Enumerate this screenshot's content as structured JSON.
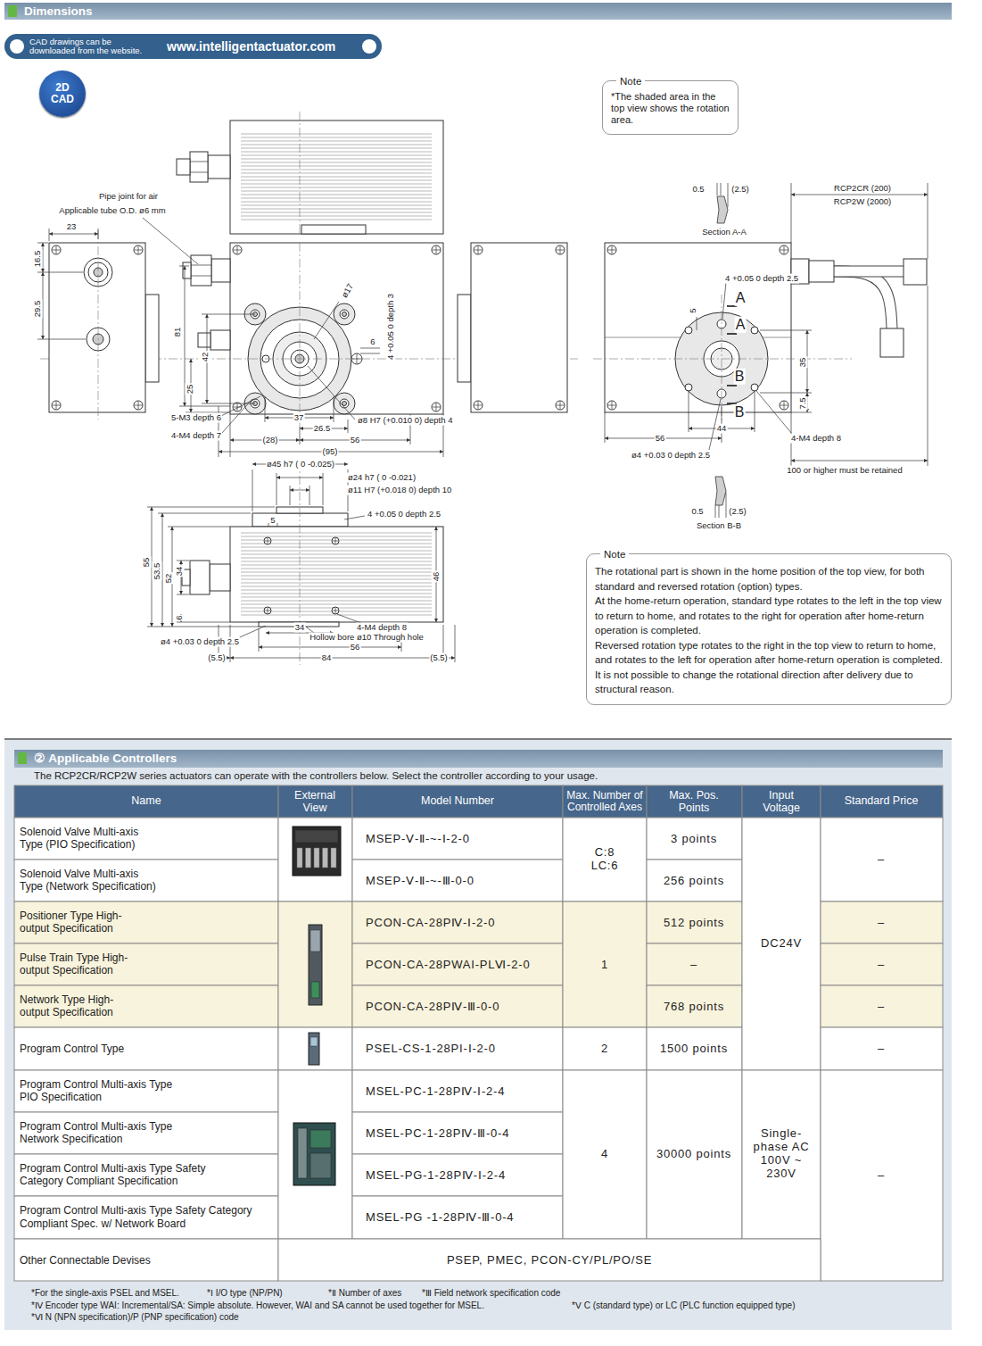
{
  "diagram": {
    "nodes": [
      {
        "text": [
          "Dimensions"
        ]
      },
      {
        "text": [
          "CAD drawings can be downloaded from the website.",
          "www.intelligentactuator.com"
        ]
      },
      {
        "text": [
          "2D CAD"
        ]
      },
      {
        "text": [
          "Note",
          "*The shaded area in the top view shows the rotation area."
        ]
      },
      {
        "text": [
          "Note",
          "The rotational part is shown in the home position of the top view, for both standard and reversed rotation (option) types.",
          "At the home-return operation, standard type rotates to the left in the top view to return to home, and rotates to the right for operation after home-return operation is completed.",
          "Reversed rotation type rotates to the right in the top view to return to home, and rotates to the left for operation after home-return operation is completed.",
          "It is not possible to change the rotational direction after delivery due to structural reason."
        ]
      },
      {
        "text": [
          "② Applicable Controllers"
        ]
      }
    ],
    "labels": [
      "Pipe joint for air",
      "Applicable tube O.D. ø6 mm",
      "23",
      "16.5",
      "29.5",
      "ø17",
      "4 +0.05 0 depth 3",
      "6",
      "81",
      "42",
      "25",
      "5-M3 depth 6",
      "4-M4 depth 7",
      "37",
      "26.5",
      "ø8 H7 (+0.010 0) depth 4",
      "(28)",
      "56",
      "(95)",
      "ø45 h7 ( 0 -0.025)",
      "ø24 h7 ( 0 -0.021)",
      "ø11 H7 (+0.018 0) depth 10",
      "4 +0.05 0 depth 2.5",
      "5",
      "55",
      "53.5",
      "52",
      "34",
      "6",
      "46",
      "4-M4 depth 8",
      "Hollow bore ø10 Through hole",
      "34",
      "56",
      "ø4 +0.03 0 depth 2.5",
      "(5.5)",
      "84",
      "(5.5)",
      "0.5",
      "(2.5)",
      "Section A-A",
      "RCP2CR (200)",
      "RCP2W (2000)",
      "4 +0.05 0 depth 2.5",
      "A",
      "A",
      "5",
      "B",
      "B",
      "35",
      "7.5",
      "56",
      "44",
      "4-M4 depth 8",
      "ø4 +0.03 0 depth 2.5",
      "100 or higher must be retained",
      "0.5",
      "(2.5)",
      "Section B-B",
      "The RCP2CR/RCP2W series actuators can operate with the controllers below. Select the controller according to your usage.",
      "Name",
      "External View",
      "Model Number",
      "Max. Number of Controlled Axes",
      "Max. Pos. Points",
      "Input Voltage",
      "Standard Price",
      "Solenoid Valve Multi-axis Type (PIO Specification)",
      "MSEP-Ⅴ-Ⅱ-~-Ⅰ-2-0",
      "C:8 LC:6",
      "3 points",
      "DC24V",
      "–",
      "Solenoid Valve Multi-axis Type (Network Specification)",
      "MSEP-Ⅴ-Ⅱ-~-Ⅲ-0-0",
      "256 points",
      "Positioner Type High-output Specification",
      "PCON-CA-28PⅣ-Ⅰ-2-0",
      "1",
      "512 points",
      "–",
      "Pulse Train Type High-output Specification",
      "PCON-CA-28PWAI-PLⅥ-2-0",
      "–",
      "–",
      "Network Type High-output Specification",
      "PCON-CA-28PⅣ-Ⅲ-0-0",
      "768 points",
      "–",
      "Program Control Type",
      "PSEL-CS-1-28PI-Ⅰ-2-0",
      "2",
      "1500 points",
      "–",
      "Program Control Multi-axis Type PIO Specification",
      "MSEL-PC-1-28PⅣ-Ⅰ-2-4",
      "4",
      "30000 points",
      "Single-phase AC 100V ~ 230V",
      "–",
      "Program Control Multi-axis Type Network Specification",
      "MSEL-PC-1-28PⅣ-Ⅲ-0-4",
      "Program Control Multi-axis Type Safety Category Compliant Specification",
      "MSEL-PG-1-28PⅣ-Ⅰ-2-4",
      "Program Control Multi-axis Type Safety Category Compliant Spec. w/ Network Board",
      "MSEL-PG -1-28PⅣ-Ⅲ-0-4",
      "Other Connectable Devises",
      "PSEP, PMEC, PCON-CY/PL/PO/SE",
      "*For the single-axis PSEL and MSEL.",
      "*Ⅰ I/O type (NP/PN)",
      "*Ⅱ Number of axes",
      "*Ⅲ Field network specification code",
      "*Ⅳ Encoder type WAI: Incremental/SA: Simple absolute. However, WAI and SA cannot be used together for MSEL.",
      "*Ⅴ C (standard type) or LC (PLC function equipped type)",
      "*Ⅵ N (NPN specification)/P (PNP specification) code"
    ]
  }
}
